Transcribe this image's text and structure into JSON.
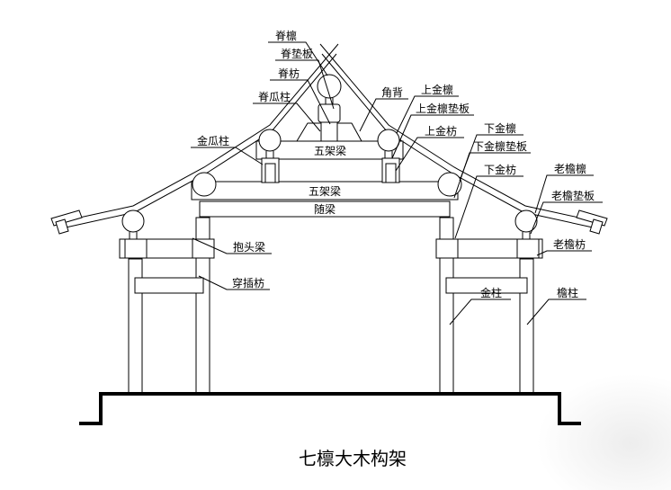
{
  "title": "七檩大木构架",
  "colors": {
    "line": "#000000",
    "background": "#ffffff"
  },
  "labels": {
    "ridge_purlin": "脊檩",
    "ridge_board": "脊垫板",
    "ridge_tie": "脊枋",
    "ridge_post": "脊瓜柱",
    "gold_post": "金瓜柱",
    "corner_brace": "角背",
    "upper_gold_purlin": "上金檩",
    "upper_gold_purlin_board": "上金檩垫板",
    "upper_gold_tie": "上金枋",
    "lower_gold_purlin": "下金檩",
    "lower_gold_purlin_board": "下金檩垫板",
    "lower_gold_tie": "下金枋",
    "eave_purlin": "老檐檩",
    "eave_purlin_board": "老檐垫板",
    "eave_tie": "老檐枋",
    "upper_beam": "五架梁",
    "main_beam": "五架梁",
    "follow_beam": "随梁",
    "baotou_beam": "抱头梁",
    "chuancha_tie": "穿插枋",
    "gold_column": "金柱",
    "eave_column": "檐柱"
  }
}
